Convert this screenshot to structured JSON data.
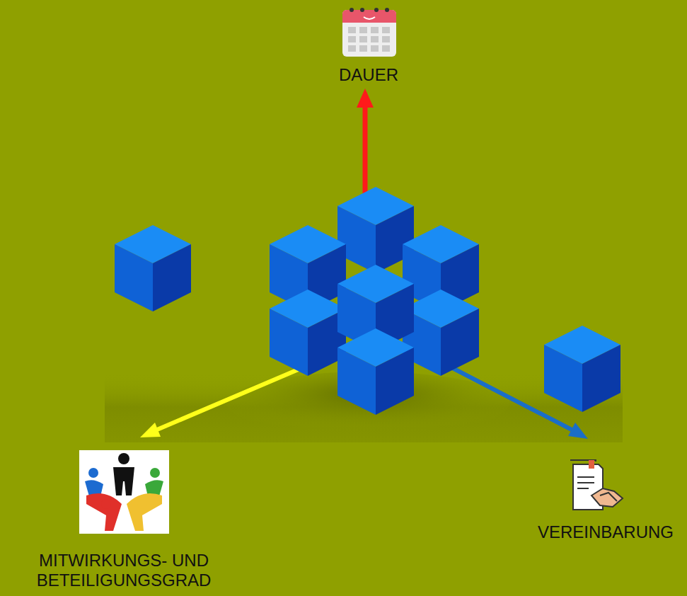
{
  "diagram": {
    "labels": [
      "DAUER",
      "MITWIRKUNGS- UND BETEILIGUNGSGRAD",
      "VEREINBARUNG"
    ]
  }
}
